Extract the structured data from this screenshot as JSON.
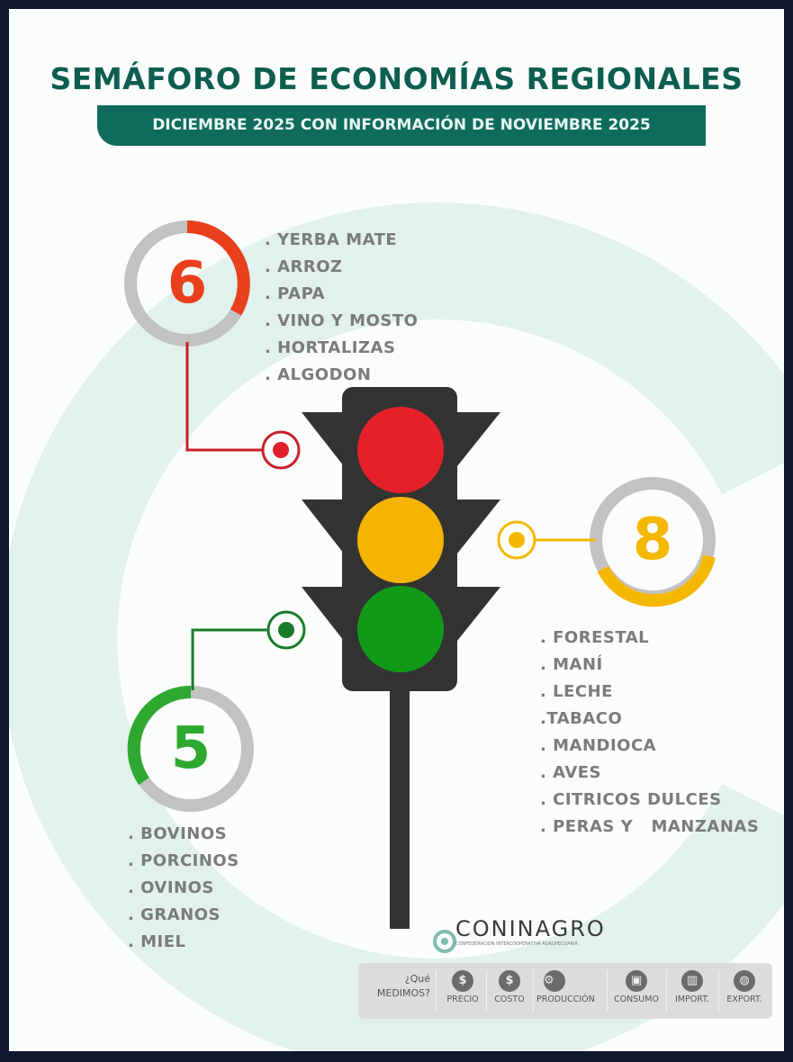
{
  "title": "SEMÁFORO DE ECONOMÍAS REGIONALES",
  "subtitle": "DICIEMBRE  2025 CON INFORMACIÓN DE NOVIEMBRE 2025",
  "groups": {
    "red": {
      "count": "6",
      "color": "#e8401c",
      "items": [
        ". YERBA MATE",
        ". ARROZ",
        ". PAPA",
        ". VINO Y MOSTO",
        ". HORTALIZAS",
        ". ALGODON"
      ]
    },
    "yellow": {
      "count": "8",
      "color": "#f5b800",
      "items": [
        ". FORESTAL",
        ". MANÍ",
        ". LECHE",
        ".TABACO",
        ". MANDIOCA",
        ". AVES",
        ". CITRICOS DULCES",
        ". PERAS Y   MANZANAS"
      ]
    },
    "green": {
      "count": "5",
      "color": "#2ea82e",
      "items": [
        ". BOVINOS",
        ". PORCINOS",
        ". OVINOS",
        ". GRANOS",
        ". MIEL"
      ]
    }
  },
  "logo": {
    "name": "CONINAGRO",
    "tagline": "CONFEDERACION INTERCOOPERATIVA AGROPECUARIA"
  },
  "measure": {
    "question_1": "¿Qué",
    "question_2": "MEDIMOS?",
    "items": [
      {
        "label": "PRECIO",
        "icon": "dollar-icon",
        "glyph": "$"
      },
      {
        "label": "COSTO",
        "icon": "cost-icon",
        "glyph": "$"
      },
      {
        "label": "PRODUCCIÓN",
        "icon": "gear-icon",
        "glyph": "⚙"
      },
      {
        "label": "CONSUMO",
        "icon": "cart-icon",
        "glyph": "▣"
      },
      {
        "label": "IMPORT.",
        "icon": "container-icon",
        "glyph": "▥"
      },
      {
        "label": "EXPORT.",
        "icon": "globe-icon",
        "glyph": "◍"
      }
    ]
  }
}
